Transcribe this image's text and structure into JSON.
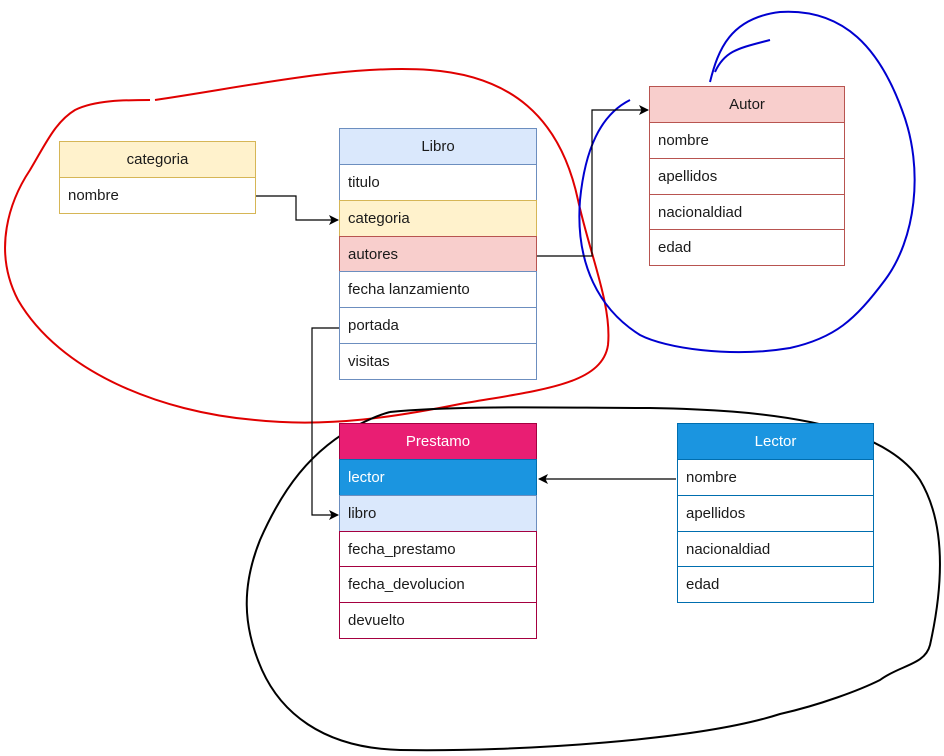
{
  "colors": {
    "yellow_fill": "#fff2cc",
    "yellow_stroke": "#d6b656",
    "blue_fill": "#dae8fc",
    "blue_stroke": "#6c8ebf",
    "red_fill": "#f8cecc",
    "red_stroke": "#b85450",
    "pink_fill": "#e91e73",
    "pink_stroke": "#a50040",
    "cyan_fill": "#1b95e0",
    "cyan_stroke": "#006eaf",
    "white": "#ffffff",
    "connector": "#000000",
    "group_red": "#e00000",
    "group_blue": "#0000d0",
    "group_black": "#000000"
  },
  "entities": {
    "categoria": {
      "title": "categoria",
      "fields": [
        "nombre"
      ]
    },
    "libro": {
      "title": "Libro",
      "fields": [
        "titulo",
        "categoria",
        "autores",
        "fecha lanzamiento",
        "portada",
        "visitas"
      ]
    },
    "autor": {
      "title": "Autor",
      "fields": [
        "nombre",
        "apellidos",
        "nacionaldiad",
        "edad"
      ]
    },
    "prestamo": {
      "title": "Prestamo",
      "fields": [
        "lector",
        "libro",
        "fecha_prestamo",
        "fecha_devolucion",
        "devuelto"
      ]
    },
    "lector": {
      "title": "Lector",
      "fields": [
        "nombre",
        "apellidos",
        "nacionaldiad",
        "edad"
      ]
    }
  },
  "connectors": [
    {
      "from": "categoria.nombre",
      "to": "libro.categoria",
      "arrow": "end"
    },
    {
      "from": "libro.autores",
      "to": "autor.title",
      "arrow": "end"
    },
    {
      "from": "libro.portada",
      "to": "prestamo.libro",
      "arrow": "end"
    },
    {
      "from": "lector.nombre",
      "to": "prestamo.lector",
      "arrow": "end"
    }
  ],
  "groups": [
    {
      "name": "libro-group",
      "color": "red"
    },
    {
      "name": "autor-group",
      "color": "blue"
    },
    {
      "name": "prestamo-group",
      "color": "black"
    }
  ]
}
